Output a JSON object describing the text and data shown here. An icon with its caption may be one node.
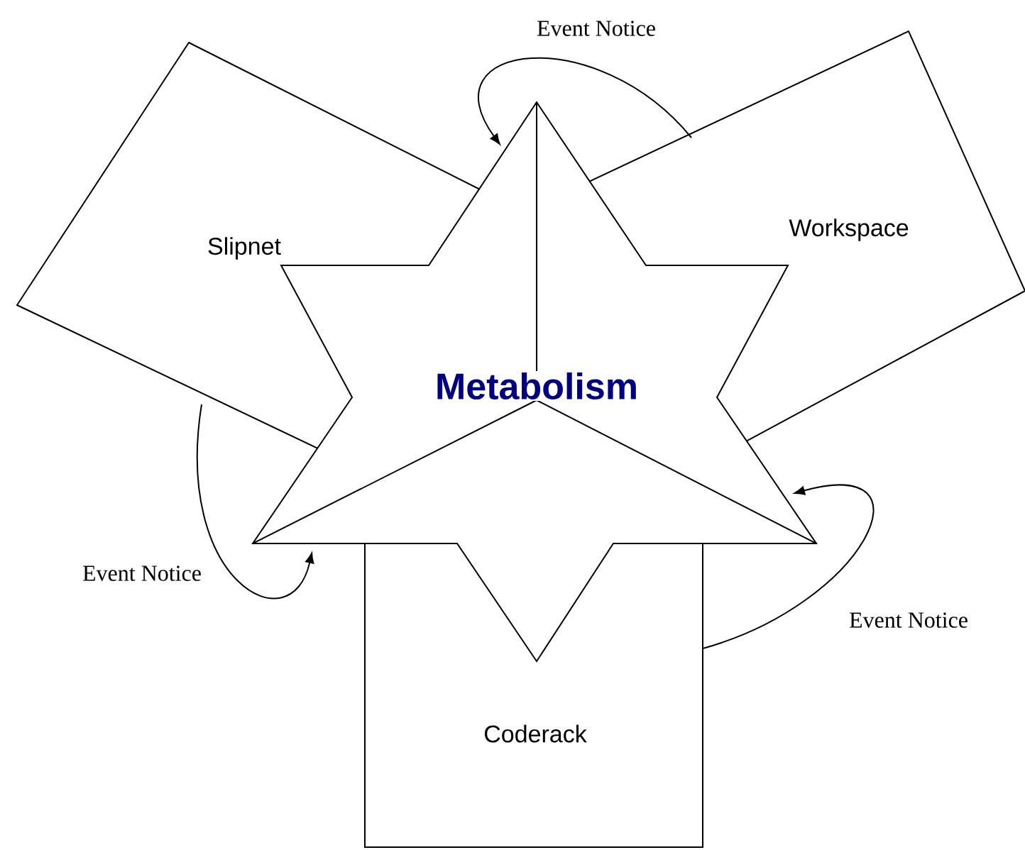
{
  "diagram": {
    "nodes": [
      {
        "text": [
          "Slipnet"
        ]
      },
      {
        "text": [
          "Workspace"
        ]
      },
      {
        "text": [
          "Coderack"
        ]
      },
      {
        "text": [
          "Metabolism"
        ]
      }
    ],
    "edges": [
      {
        "from": 1,
        "to": 3,
        "arrow": "to",
        "label": "Event Notice"
      },
      {
        "from": 0,
        "to": 3,
        "arrow": "to",
        "label": "Event Notice"
      },
      {
        "from": 2,
        "to": 3,
        "arrow": "to",
        "label": "Event Notice"
      }
    ]
  }
}
